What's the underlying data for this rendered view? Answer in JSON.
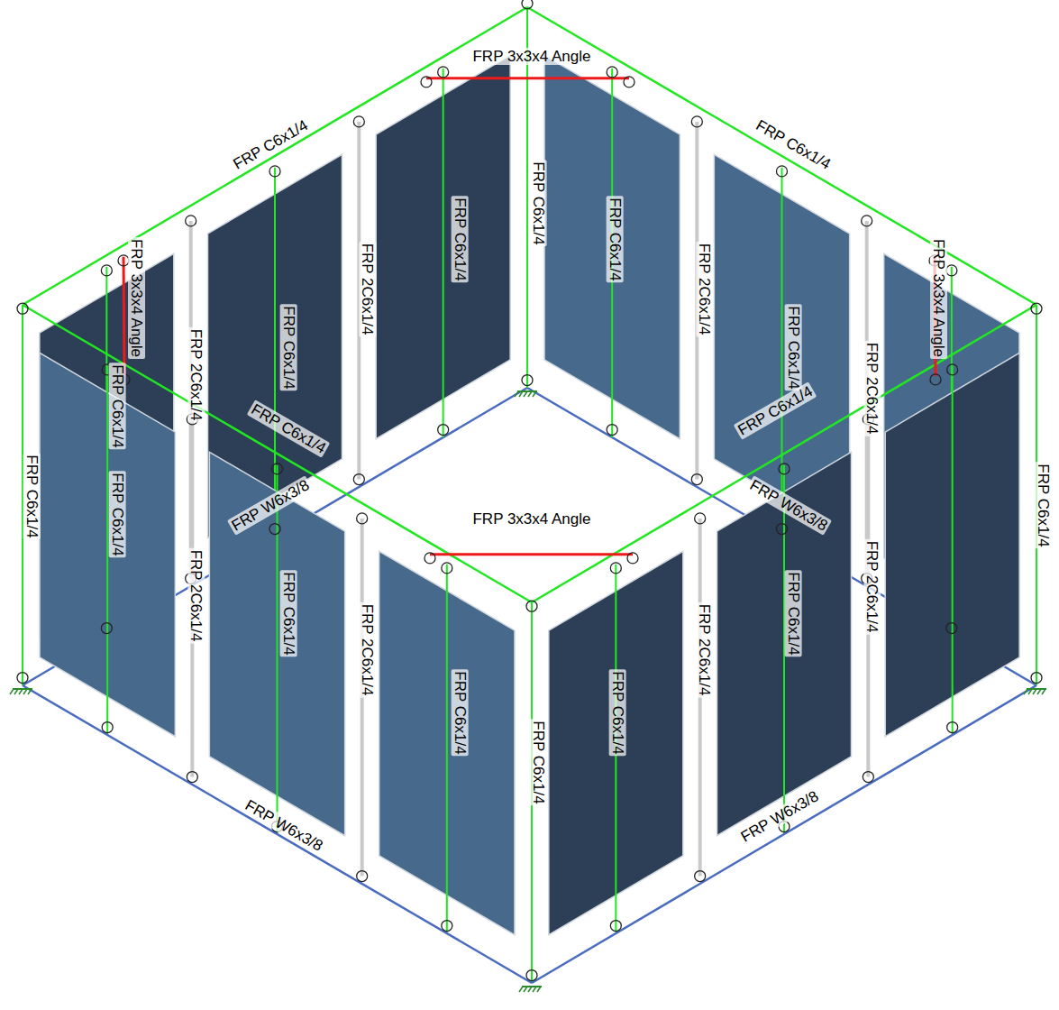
{
  "diagram": {
    "labels": [
      "FRP 3x3x4 Angle",
      "FRP C6x1/4",
      "FRP C6x1/4",
      "FRP 3x3x4 Angle",
      "FRP 3x3x4 Angle",
      "FRP C6x1/4",
      "FRP 2C6x1/4",
      "FRP C6x1/4",
      "FRP C6x1/4",
      "FRP 2C6x1/4",
      "FRP C6x1/4",
      "FRP C6x1/4",
      "FRP 2C6x1/4",
      "FRP 2C6x1/4",
      "FRP C6x1/4",
      "FRP C6x1/4",
      "FRP W6x3/8",
      "FRP W6x3/8",
      "FRP 3x3x4 Angle",
      "FRP C6x1/4",
      "FRP C6x1/4",
      "FRP C6x1/4",
      "FRP C6x1/4",
      "FRP 2C6x1/4",
      "FRP C6x1/4",
      "FRP 2C6x1/4",
      "FRP C6x1/4",
      "FRP C6x1/4",
      "FRP C6x1/4",
      "FRP 2C6x1/4",
      "FRP C6x1/4",
      "FRP 2C6x1/4",
      "FRP W6x3/8",
      "FRP W6x3/8"
    ]
  }
}
